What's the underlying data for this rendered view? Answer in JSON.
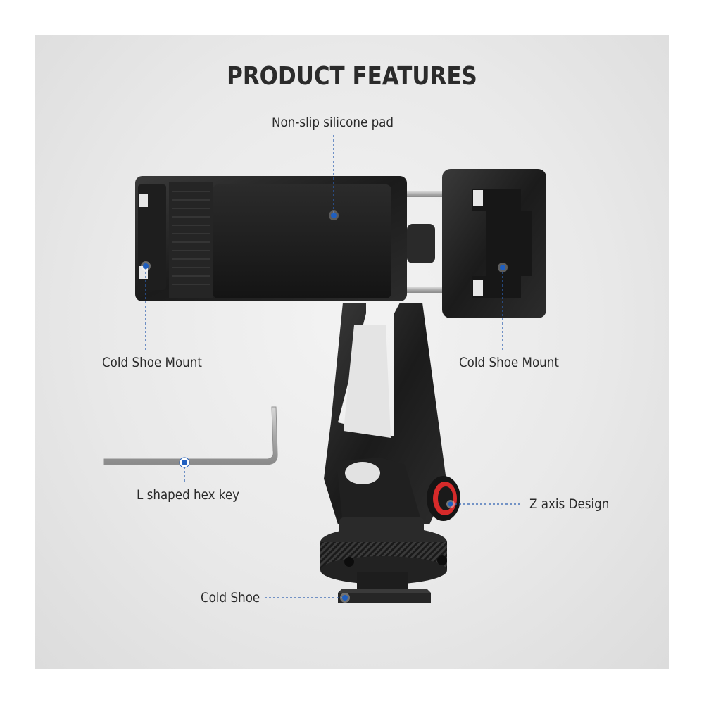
{
  "title": "PRODUCT FEATURES",
  "callouts": {
    "silicone_pad": "Non-slip silicone pad",
    "cold_shoe_mount_left": "Cold Shoe Mount",
    "cold_shoe_mount_right": "Cold Shoe Mount",
    "hex_key": "L shaped hex key",
    "z_axis": "Z axis Design",
    "cold_shoe": "Cold Shoe"
  },
  "colors": {
    "background_panel": "#e9e9e9",
    "metal": "#1e1e1e",
    "marker_dot": "#1f5fc0",
    "accent_ring": "#d62a2a"
  }
}
